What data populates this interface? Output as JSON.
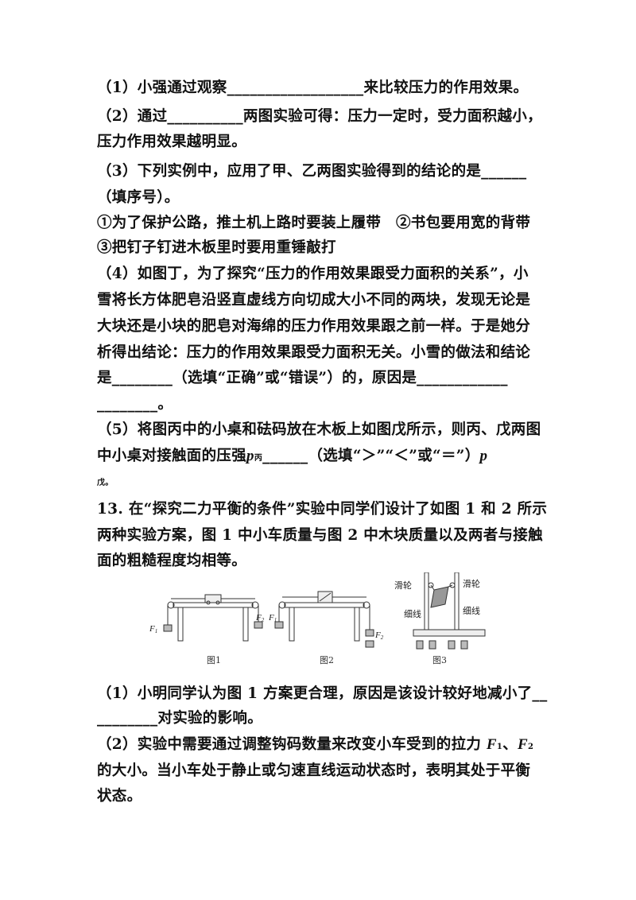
{
  "lines": [
    "（1）小强通过观察__________________来比较压力的作用效果。",
    "（2）通过__________两图实验可得：压力一定时，受力面积越小，",
    "压力作用效果越明显。",
    "（3）下列实例中，应用了甲、乙两图实验得到的结论的是______",
    "（填序号）。",
    "①为了保护公路，推土机上路时要装上履带　②书包要用宽的背带",
    "③把钉子钉进木板里时要用重锤敲打",
    "（4）如图丁，为了探究“压力的作用效果跟受力面积的关系”，小",
    "雪将长方体肥皂沿竖直虚线方向切成大小不同的两块，发现无论是",
    "大块还是小块的肥皂对海绵的压力作用效果跟之前一样。于是她分",
    "析得出结论：压力的作用效果跟受力面积无关。小雪的做法和结论",
    "是________（选填“正确”或“错误”）的，原因是____________",
    "________。",
    "（5）将图丙中的小桌和砝码放在木板上如图戊所示，则丙、戊两图"
  ],
  "q5_line2": {
    "pre": "中小桌对接触面的压强",
    "p": "p",
    "sub1": "丙",
    "mid": "______（选填“＞”“＜”或“＝”）",
    "p2": "p",
    "sub2": "戊。"
  },
  "q13_lines": [
    "13. 在“探究二力平衡的条件”实验中同学们设计了如图 1 和 2 所示",
    "两种实验方案，图 1 中小车质量与图 2 中木块质量以及两者与接触",
    "面的粗糙程度均相等。"
  ],
  "figure": {
    "captions": [
      "图1",
      "图2",
      "图3"
    ],
    "f1": "F",
    "f1_sub": "1",
    "f2": "F",
    "f2_sub": "2",
    "pulley_label": "滑轮",
    "string_label": "细线"
  },
  "after_lines": [
    "（1）小明同学认为图 1 方案更合理，原因是该设计较好地减小了__",
    "________对实验的影响。"
  ],
  "q13_2": {
    "pre": "（2）实验中需要通过调整钩码数量来改变小车受到的拉力 ",
    "f1": "F",
    "s1": "1",
    "sep": "、",
    "f2": "F",
    "s2": "2"
  },
  "final_lines": [
    "的大小。当小车处于静止或匀速直线运动状态时，表明其处于平衡",
    "状态。"
  ]
}
